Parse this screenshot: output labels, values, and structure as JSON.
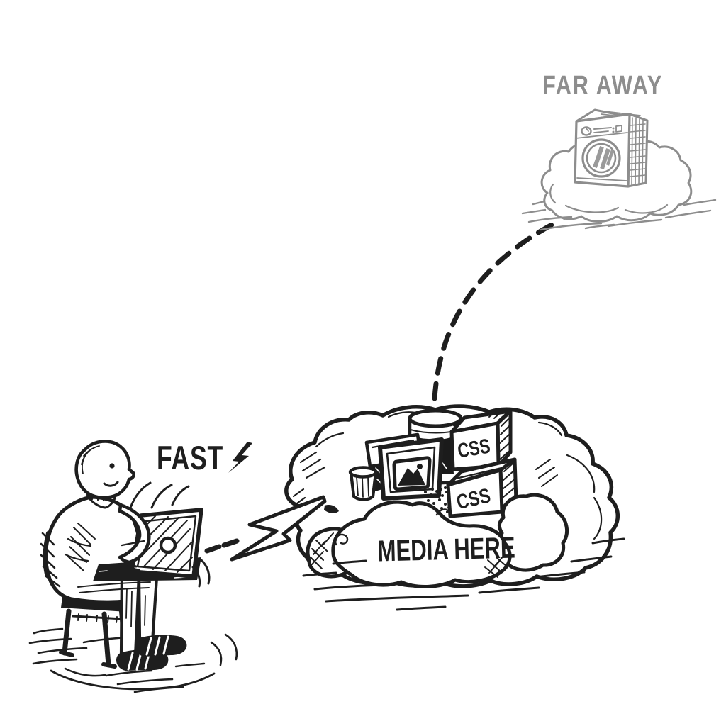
{
  "colors": {
    "ink": "#1e1e1e",
    "distant_gray": "#8d8d8d",
    "stripe_gray": "#9a9a9a",
    "background": "#ffffff"
  },
  "labels": {
    "fast": "FAST",
    "media_here": "MEDIA HERE",
    "far_away": "FAR AWAY",
    "css_box_top": "CSS",
    "css_box_bottom": "CSS"
  },
  "icons": {
    "fast_lightning": "⚡",
    "link_bolt": "⚡",
    "media_cloud": "☁",
    "far_cloud": "☁",
    "database_cylinder": "⛁",
    "image_frame": "🖼",
    "css_box": "▦",
    "bucket": "⛃",
    "washing_machine": "◉",
    "person_at_laptop": "💻"
  }
}
